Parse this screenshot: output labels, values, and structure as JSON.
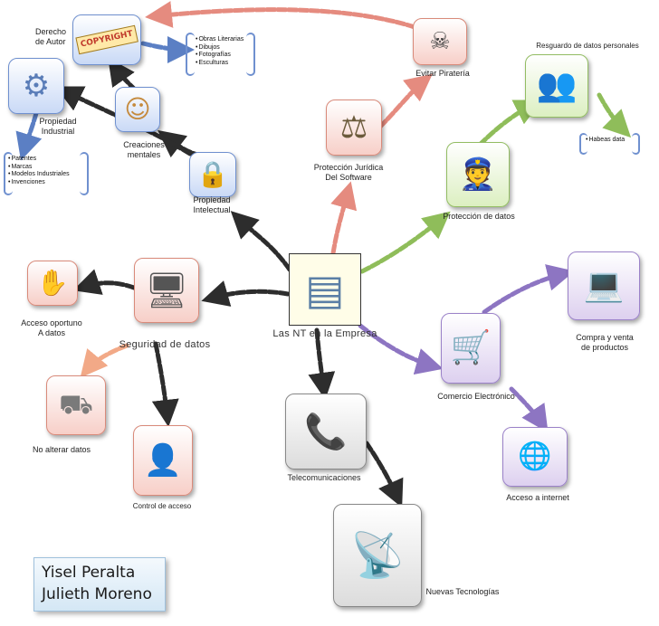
{
  "center": {
    "label": "Las NT en la Empresa"
  },
  "nodes": {
    "copyright": {
      "label": "Derecho\nde Autor",
      "icon_text": "COPYRIGHT",
      "icon": "copyright-seal-icon"
    },
    "industrial": {
      "label": "Propiedad\nIndustrial",
      "icon": "brain-gears-icon"
    },
    "creaciones": {
      "label": "Creaciones\nmentales",
      "icon": "thinking-head-icon"
    },
    "intelectual": {
      "label": "Propiedad\nIntelectual",
      "icon": "padlock-icon"
    },
    "pirateria": {
      "label": "Evitar Piratería",
      "icon": "gavel-cd-icon"
    },
    "juridica": {
      "label": "Protección Jurídica\nDel Software",
      "icon": "scales-of-justice-icon"
    },
    "resguardo": {
      "label": "Resguardo de datos personales",
      "icon": "person-safe-icon"
    },
    "proteccion": {
      "label": "Protección de datos",
      "icon": "security-guards-icon"
    },
    "seguridad": {
      "label": "Seguridad de datos",
      "icon": "computer-technician-icon"
    },
    "acceso": {
      "label": "Acceso oportuno\nA datos",
      "icon": "hand-from-monitor-icon"
    },
    "noalterar": {
      "label": "No  alterar datos",
      "icon": "database-wand-icon"
    },
    "control": {
      "label": "Control de acceso",
      "icon": "user-network-icon"
    },
    "telecom": {
      "label": "Telecomunicaciones",
      "icon": "people-phones-icon"
    },
    "nuevas": {
      "label": "Nuevas Tecnologías",
      "icon": "antenna-tower-icon"
    },
    "comercio": {
      "label": "Comercio Electrónico",
      "icon": "ecommerce-cart-icon"
    },
    "compra": {
      "label": "Compra y venta\nde productos",
      "icon": "laptop-shopping-icon"
    },
    "internet": {
      "label": "Acceso a internet",
      "icon": "www-keys-icon"
    }
  },
  "lists": {
    "autor": [
      "Obras Literarias",
      "Dibujos",
      "Fotografías",
      "Esculturas"
    ],
    "industrial": [
      "Patentes",
      "Marcas",
      "Modelos Industriales",
      "Invenciones"
    ],
    "habeas": [
      "Habeas data"
    ]
  },
  "authors": [
    "Yisel Peralta",
    "Julieth Moreno"
  ],
  "colors": {
    "arrow_dark": "#2d2d2d",
    "arrow_blue": "#5b7fc4",
    "arrow_pink": "#e58b7f",
    "arrow_green": "#8fbd5a",
    "arrow_peach": "#f2a987",
    "arrow_purple": "#8d75c2",
    "author_box": "#d4e7f5"
  }
}
